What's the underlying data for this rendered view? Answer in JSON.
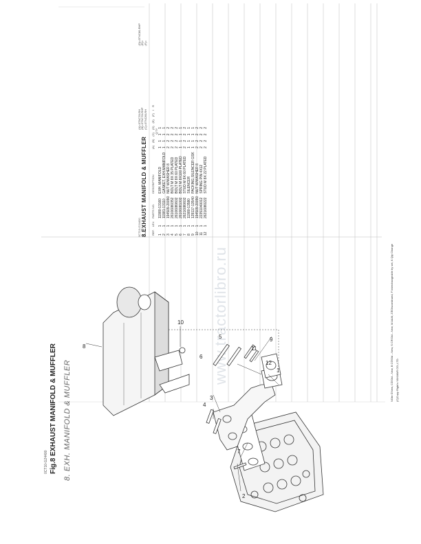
{
  "page": {
    "doc_code_left": "0CT10-G24400",
    "fig_title": "Fig.8 EXHAUST MANIFOLD & MUFFLER",
    "handwritten_title": "8. EXH. MANIFOLD & MUFFLER",
    "watermark": "www.tractorlibro.ru"
  },
  "parts_list": {
    "doc_code": "0CT10-G24400",
    "title": "8.EXHAUST MANIFOLD & MUFFLER",
    "models_left": [
      "(A)=3TNC78-RH",
      "(B)=3TNC78-RHP",
      "(C)=3TNC80-RH"
    ],
    "models_right": [
      "(D)=3TNC80-RHP",
      "(E)=",
      "(F)="
    ],
    "headers": {
      "ref": "REF.",
      "lev": "LEV.",
      "part_no": "PARTS NO.",
      "desc": "DESCRIPTION",
      "qty": "Q'TY",
      "cols": [
        "(A)",
        "(B)",
        "(C)",
        "(D)",
        "(E)",
        "(F)"
      ],
      "i": "I",
      "r": "R"
    },
    "rows": [
      {
        "ref": "1",
        "lev": "1",
        "part": "11980-13160",
        "desc": "EXH. MANIFOLD",
        "qty": [
          "1",
          "1",
          "1",
          "1",
          "",
          ""
        ]
      },
      {
        "ref": "2",
        "lev": "1",
        "part": "11981-13110",
        "desc": "GASKET, EXH.MANIFOLD",
        "qty": [
          "1",
          "1",
          "1",
          "1",
          "",
          ""
        ]
      },
      {
        "ref": "3",
        "lev": "1",
        "part": "194509-20090",
        "desc": "NUT W/WASHER  8",
        "qty": [
          "2",
          "2",
          "2",
          "2",
          "",
          ""
        ]
      },
      {
        "ref": "4",
        "lev": "1",
        "part": "26106080352",
        "desc": "BOLT M 8X 35 PLATED",
        "qty": [
          "2",
          "2",
          "2",
          "2",
          "",
          ""
        ]
      },
      {
        "ref": "5",
        "lev": "1",
        "part": "26106080602",
        "desc": "BOLT M 8X 60 PLATED",
        "qty": [
          "2",
          "2",
          "2",
          "2",
          "",
          ""
        ]
      },
      {
        "ref": "6",
        "lev": "1",
        "part": "26106081002",
        "desc": "BOLT M 8X100 PLATED",
        "qty": [
          "1",
          "1",
          "1",
          "1",
          "",
          ""
        ]
      },
      {
        "ref": "7",
        "lev": "1",
        "part": "26216080602",
        "desc": "STUD M 8X 60 PLATED",
        "qty": [
          "2",
          "2",
          "2",
          "2",
          "",
          ""
        ]
      },
      {
        "ref": "8",
        "lev": "1",
        "part": "11980-13580",
        "desc": "SILENCER",
        "qty": [
          "1",
          "1",
          "1",
          "1",
          "",
          ""
        ]
      },
      {
        "ref": "9",
        "lev": "1",
        "part": "129117-13540",
        "desc": "PACKING,SILENCER GSK",
        "qty": [
          "1",
          "1",
          "1",
          "1",
          "",
          ""
        ]
      },
      {
        "ref": "10",
        "lev": "1",
        "part": "194509-20090",
        "desc": "NUT W/WASHER  8",
        "qty": [
          "2",
          "2",
          "2",
          "2",
          "",
          ""
        ]
      },
      {
        "ref": "11",
        "lev": "1",
        "part": "22351040012",
        "desc": "SPRING PIN 4X12",
        "qty": [
          "2",
          "2",
          "2",
          "2",
          "",
          ""
        ]
      },
      {
        "ref": "12",
        "lev": "1",
        "part": "26216080222",
        "desc": "STUD M 8X 22 PLATED",
        "qty": [
          "2",
          "2",
          "2",
          "2",
          "",
          ""
        ]
      }
    ]
  },
  "footer": {
    "note": "NOte:①New, C②Old→New, B C③Old→New, S C④Old→New, W A&M, Z⑤Discontinued, F Interchangeable by set, K Qty Change",
    "copyright": "(C)Copy Right's YANMAR CO.,LTD."
  },
  "callouts": [
    "1",
    "2",
    "3",
    "4",
    "5",
    "6",
    "7",
    "8",
    "9",
    "10",
    "11",
    "12"
  ]
}
